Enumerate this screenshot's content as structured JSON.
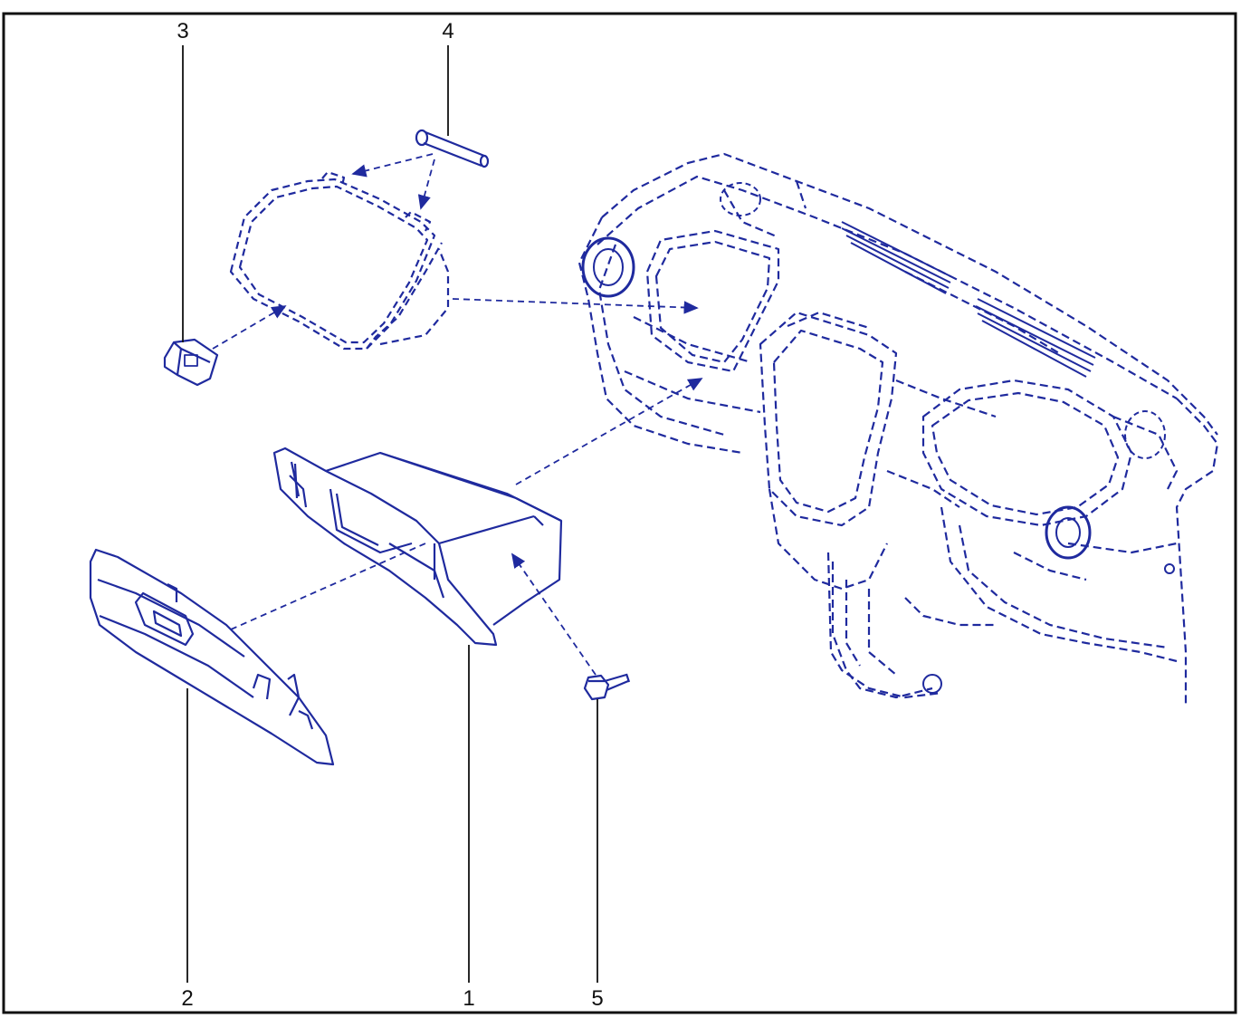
{
  "colors": {
    "line_art": "#1f2a9e",
    "leader": "#111111",
    "frame": "#111111",
    "background": "#ffffff"
  },
  "callouts": [
    {
      "id": "callout-1",
      "number": "1"
    },
    {
      "id": "callout-2",
      "number": "2"
    },
    {
      "id": "callout-3",
      "number": "3"
    },
    {
      "id": "callout-4",
      "number": "4"
    },
    {
      "id": "callout-5",
      "number": "5"
    }
  ]
}
